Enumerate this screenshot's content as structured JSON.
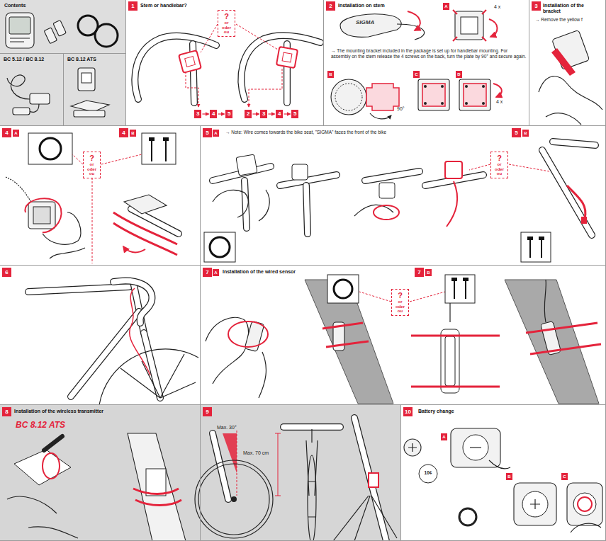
{
  "diagram": {
    "nodes": [
      {
        "text": [
          "Contents"
        ]
      },
      {
        "text": [
          "BC 5.12 / BC 8.12"
        ],
        "in": 0
      },
      {
        "text": [
          "BC 8.12 ATS"
        ],
        "in": 0
      },
      {
        "text": [
          "1",
          "Stem or handlebar?"
        ]
      },
      {
        "text": [
          "?",
          "or",
          "oder",
          "ou"
        ],
        "in": 3
      },
      {
        "text": [
          "3"
        ],
        "in": 3
      },
      {
        "text": [
          "4"
        ],
        "in": 3
      },
      {
        "text": [
          "5"
        ],
        "in": 3
      },
      {
        "text": [
          "2"
        ],
        "in": 3
      },
      {
        "text": [
          "3"
        ],
        "in": 3
      },
      {
        "text": [
          "4"
        ],
        "in": 3
      },
      {
        "text": [
          "5"
        ],
        "in": 3
      },
      {
        "text": [
          "2",
          "Installation on stem"
        ]
      },
      {
        "text": [
          "3",
          "Installation of the bracket",
          "→ Remove the yellow f"
        ]
      },
      {
        "text": [
          "4"
        ]
      },
      {
        "text": [
          "?",
          "or",
          "oder",
          "ou"
        ],
        "in": 14
      },
      {
        "text": [
          "5",
          "→ Note: Wire comes towards the bike seat, \"SIGMA\" faces the front of the bike"
        ]
      },
      {
        "text": [
          "?",
          "or",
          "oder",
          "ou"
        ],
        "in": 16
      },
      {
        "text": [
          "6"
        ]
      },
      {
        "text": [
          "7",
          "Installation of the wired sensor"
        ]
      },
      {
        "text": [
          "?",
          "or",
          "oder",
          "ou"
        ],
        "in": 19
      },
      {
        "text": [
          "8",
          "Installation of the wireless transmitter",
          "BC 8.12 ATS"
        ]
      },
      {
        "text": [
          "9"
        ]
      },
      {
        "text": [
          "10",
          "Battery change"
        ]
      }
    ],
    "edges": [
      {
        "from": 5,
        "to": 6,
        "arrow": "to"
      },
      {
        "from": 6,
        "to": 7,
        "arrow": "to"
      },
      {
        "from": 8,
        "to": 9,
        "arrow": "to"
      },
      {
        "from": 9,
        "to": 10,
        "arrow": "to"
      },
      {
        "from": 10,
        "to": 11,
        "arrow": "to"
      }
    ],
    "labels": [
      "A",
      "4 x",
      "SIGMA",
      "→ The mounting bracket included in the package is set up for handlebar mounting. For assembly on the stem release the 4 screws on the back, turn the plate by 90° and secure again.",
      "B",
      "C",
      "D",
      "90°",
      "4 x",
      "A",
      "4",
      "B",
      "A",
      "5",
      "B",
      "A",
      "7",
      "B",
      "Max. 30°",
      "Max. 70 cm",
      "A",
      "10¢",
      "B",
      "C"
    ]
  }
}
